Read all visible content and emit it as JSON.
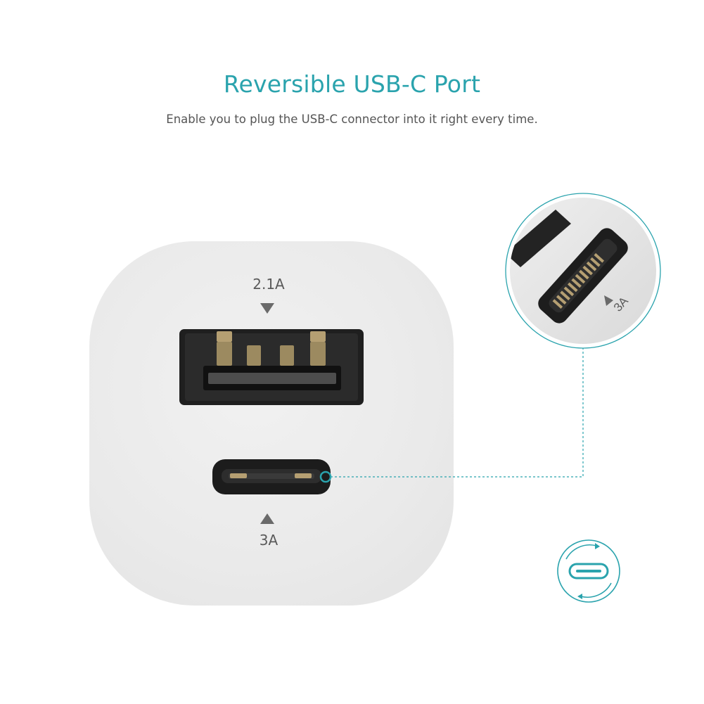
{
  "header": {
    "title": "Reversible USB-C Port",
    "subtitle": "Enable you to plug the USB-C connector into it right every time."
  },
  "ports": {
    "usb_a_label": "2.1A",
    "usb_c_label": "3A",
    "zoom_label": "3A"
  },
  "icons": {
    "reversible": "reversible-usb-c-icon"
  },
  "colors": {
    "accent": "#2aa3ad",
    "body": "#ececec",
    "port": "#1e1e1e",
    "pin": "#b59f72"
  }
}
